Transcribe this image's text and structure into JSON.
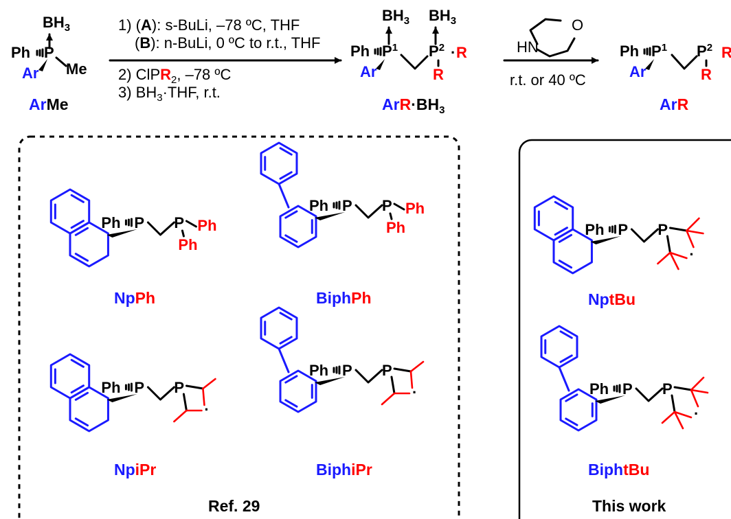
{
  "colors": {
    "blue": "#1a1aff",
    "red": "#ff0000",
    "black": "#000000"
  },
  "scheme": {
    "reactant": {
      "bh3": "BH",
      "bh3_sub": "3",
      "ph": "Ph",
      "p": "P",
      "ar": "Ar",
      "me": "Me",
      "label_ar": "Ar",
      "label_me": "Me"
    },
    "step1": {
      "line1_pre": "1) (",
      "line1_A": "A",
      "line1_post": "): s-BuLi, –78 ºC, THF",
      "line2_pre": "(",
      "line2_B": "B",
      "line2_post": "): n-BuLi, 0 ºC to r.t., THF",
      "line3_pre": "2) ClP",
      "line3_R": "R",
      "line3_sub": "2",
      "line3_post": ", –78 ºC",
      "line4": "3) BH",
      "line4_sub": "3",
      "line4_post": "·THF, r.t."
    },
    "intermediate": {
      "bh3": "BH",
      "bh3_sub": "3",
      "ph": "Ph",
      "p1": "P",
      "p1_sup": "1",
      "p2": "P",
      "p2_sup": "2",
      "ar": "Ar",
      "r": "R",
      "label_ar": "Ar",
      "label_r": "R",
      "label_bh3": "·BH",
      "label_bh3_sub": "3"
    },
    "step2": {
      "hn": "HN",
      "o": "O",
      "cond": "r.t. or 40 ºC"
    },
    "product": {
      "ph": "Ph",
      "p1": "P",
      "p1_sup": "1",
      "p2": "P",
      "p2_sup": "2",
      "ar": "Ar",
      "r": "R",
      "label_ar": "Ar",
      "label_r": "R"
    }
  },
  "ref_panel": {
    "caption": "Ref. 29",
    "compounds": [
      {
        "id": "NpPh",
        "label_blue": "Np",
        "label_red": "Ph",
        "ph": "Ph",
        "p": "P",
        "r1": "Ph",
        "r2": "Ph"
      },
      {
        "id": "BiphPh",
        "label_blue": "Biph",
        "label_red": "Ph",
        "ph": "Ph",
        "p": "P",
        "r1": "Ph",
        "r2": "Ph"
      },
      {
        "id": "NpiPr",
        "label_blue": "Np",
        "label_red": "iPr",
        "ph": "Ph",
        "p": "P"
      },
      {
        "id": "BiphiPr",
        "label_blue": "Biph",
        "label_red": "iPr",
        "ph": "Ph",
        "p": "P"
      }
    ]
  },
  "work_panel": {
    "caption": "This work",
    "compounds": [
      {
        "id": "NptBu",
        "label_blue": "Np",
        "label_red": "tBu",
        "ph": "Ph",
        "p": "P"
      },
      {
        "id": "BiphtBu",
        "label_blue": "Biph",
        "label_red": "tBu",
        "ph": "Ph",
        "p": "P"
      }
    ]
  }
}
